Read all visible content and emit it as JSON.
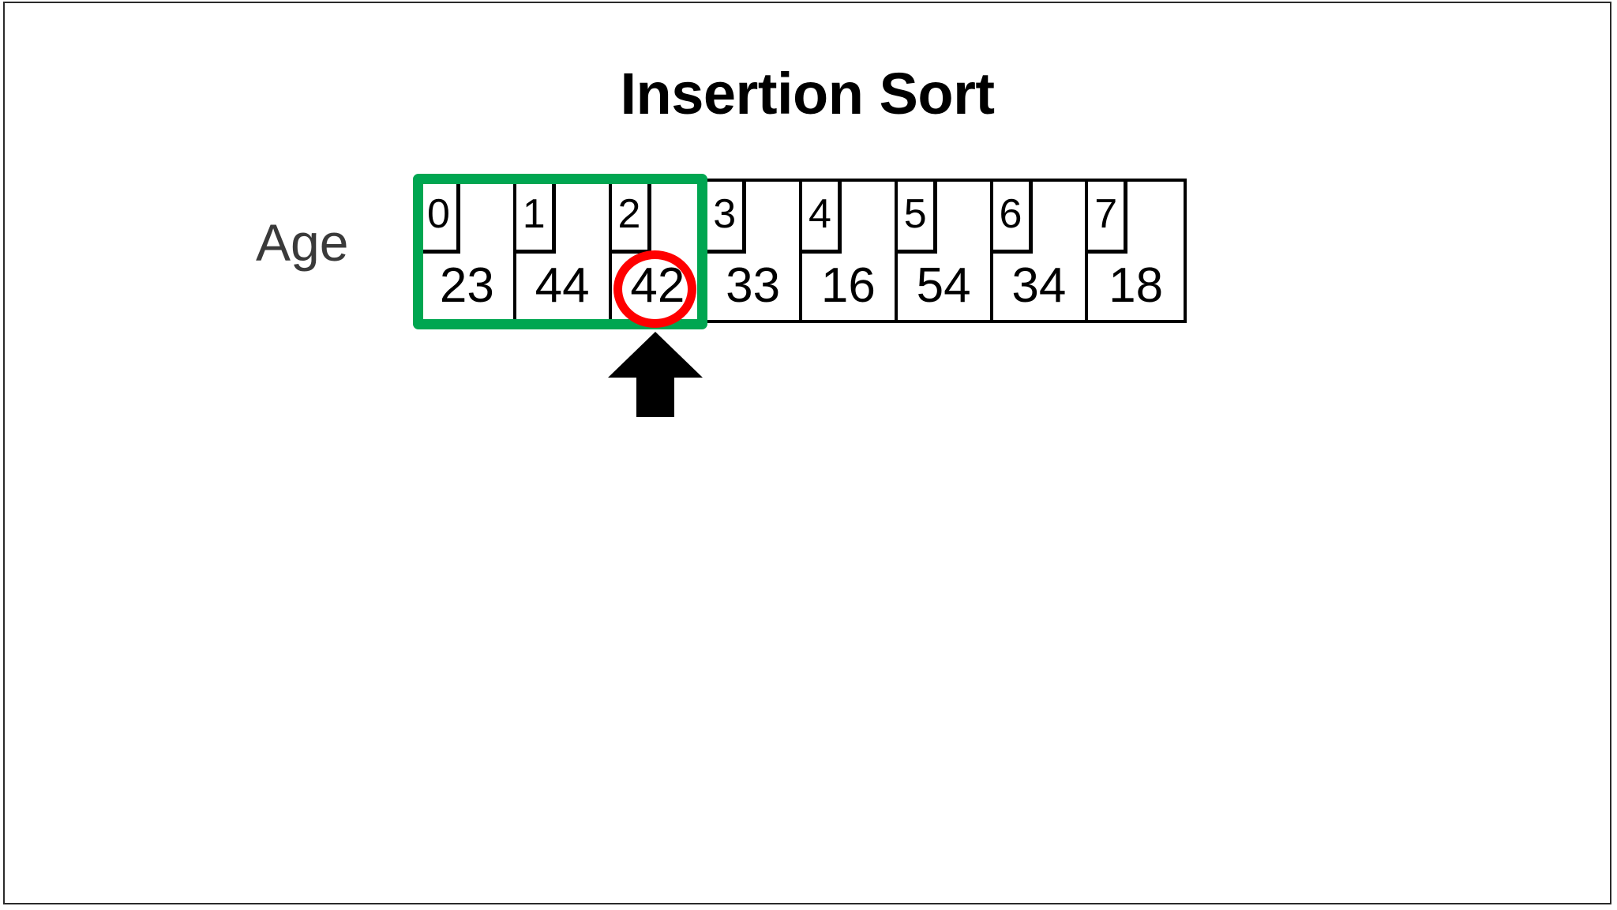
{
  "slide": {
    "title": "Insertion Sort",
    "background_color": "#FFFFFF",
    "border_color": "#2B2B2B"
  },
  "row_label": "Age",
  "array": {
    "index_header_note": "index",
    "cells": [
      {
        "index": "0",
        "value": "23"
      },
      {
        "index": "1",
        "value": "44"
      },
      {
        "index": "2",
        "value": "42"
      },
      {
        "index": "3",
        "value": "33"
      },
      {
        "index": "4",
        "value": "16"
      },
      {
        "index": "5",
        "value": "54"
      },
      {
        "index": "6",
        "value": "34"
      },
      {
        "index": "7",
        "value": "18"
      }
    ]
  },
  "annotations": {
    "sorted_region": {
      "label": "sorted-region-highlight",
      "color": "#00A651",
      "covers_indices": [
        "0",
        "1",
        "2"
      ]
    },
    "current_element": {
      "label": "current-element-marker",
      "color": "#FF0000",
      "index": "2",
      "value": "42"
    },
    "pointer_arrow": {
      "label": "pointer-arrow",
      "color": "#000000",
      "points_at_index": "2"
    }
  },
  "chart_data": {
    "type": "table",
    "title": "Insertion Sort",
    "row_label": "Age",
    "categories": [
      "0",
      "1",
      "2",
      "3",
      "4",
      "5",
      "6",
      "7"
    ],
    "values": [
      23,
      44,
      42,
      33,
      16,
      54,
      34,
      18
    ],
    "highlighted_range": [
      0,
      2
    ],
    "circled_index": 2,
    "arrow_index": 2
  }
}
